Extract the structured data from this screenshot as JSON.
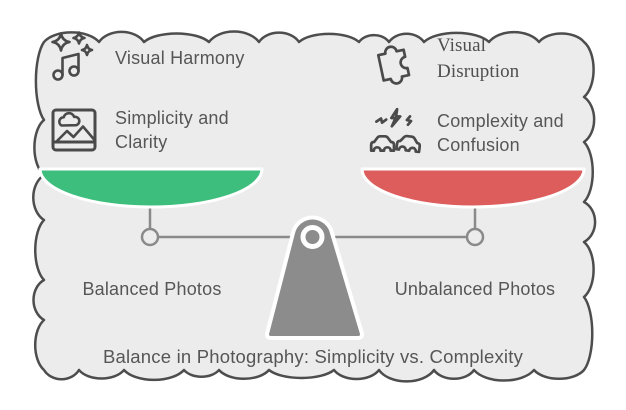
{
  "title": "Balance in Photography: Simplicity vs. Complexity",
  "left_column": {
    "items": [
      {
        "icon": "music-sparkles-icon",
        "label": "Visual Harmony"
      },
      {
        "icon": "photo-icon",
        "label": "Simplicity and Clarity"
      }
    ],
    "pan_label": "Balanced Photos"
  },
  "right_column": {
    "items": [
      {
        "icon": "puzzle-icon",
        "label": "Visual Disruption"
      },
      {
        "icon": "car-crash-icon",
        "label": "Complexity and Confusion"
      }
    ],
    "pan_label": "Unbalanced Photos"
  },
  "colors": {
    "panel_background": "#ececec",
    "border": "#4d4d4d",
    "icon_stroke": "#4a4a4a",
    "text": "#565656",
    "pan_left_green": "#3dbe7d",
    "pan_right_red": "#dd5c5c",
    "fulcrum_gray": "#8c8c8c",
    "beam_gray": "#8a8a8a"
  }
}
